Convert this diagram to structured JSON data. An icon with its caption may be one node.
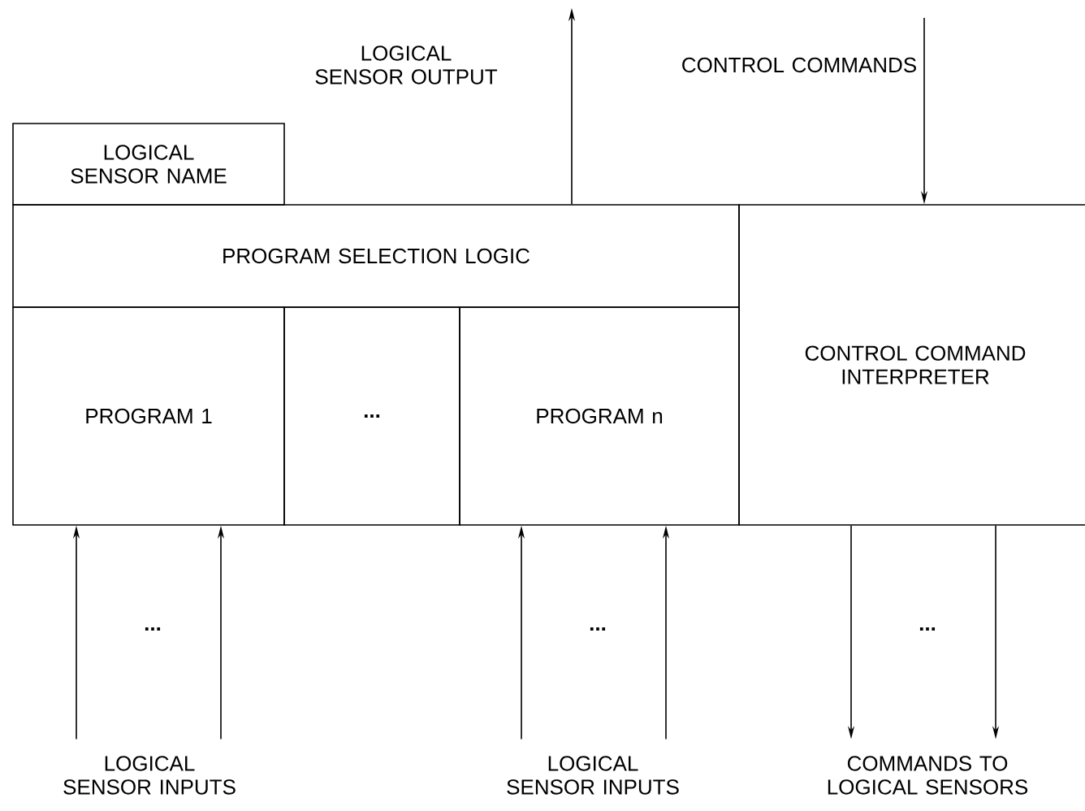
{
  "diagram": {
    "nodes": [
      {
        "text": [
          "LOGICAL SENSOR NAME"
        ]
      },
      {
        "text": [
          "PROGRAM SELECTION LOGIC"
        ]
      },
      {
        "text": [
          "PROGRAM 1"
        ]
      },
      {
        "text": [
          "..."
        ]
      },
      {
        "text": [
          "PROGRAM n"
        ]
      },
      {
        "text": [
          "CONTROL COMMAND INTERPRETER"
        ]
      },
      {
        "text": [
          "LOGICAL SENSOR INPUTS"
        ]
      },
      {
        "text": [
          "LOGICAL SENSOR INPUTS"
        ]
      },
      {
        "text": [
          "COMMANDS TO LOGICAL SENSORS"
        ]
      }
    ],
    "edges": [
      {
        "from": 1,
        "to": null,
        "arrow": "to"
      },
      {
        "from": null,
        "to": 5,
        "arrow": "to"
      },
      {
        "from": 6,
        "to": 2,
        "arrow": "to"
      },
      {
        "from": 6,
        "to": 2,
        "arrow": "to"
      },
      {
        "from": 7,
        "to": 4,
        "arrow": "to"
      },
      {
        "from": 7,
        "to": 4,
        "arrow": "to"
      },
      {
        "from": 5,
        "to": 8,
        "arrow": "to"
      },
      {
        "from": 5,
        "to": 8,
        "arrow": "to"
      }
    ],
    "labels": [
      "LOGICAL SENSOR OUTPUT",
      "CONTROL COMMANDS",
      "...",
      "...",
      "..."
    ]
  }
}
